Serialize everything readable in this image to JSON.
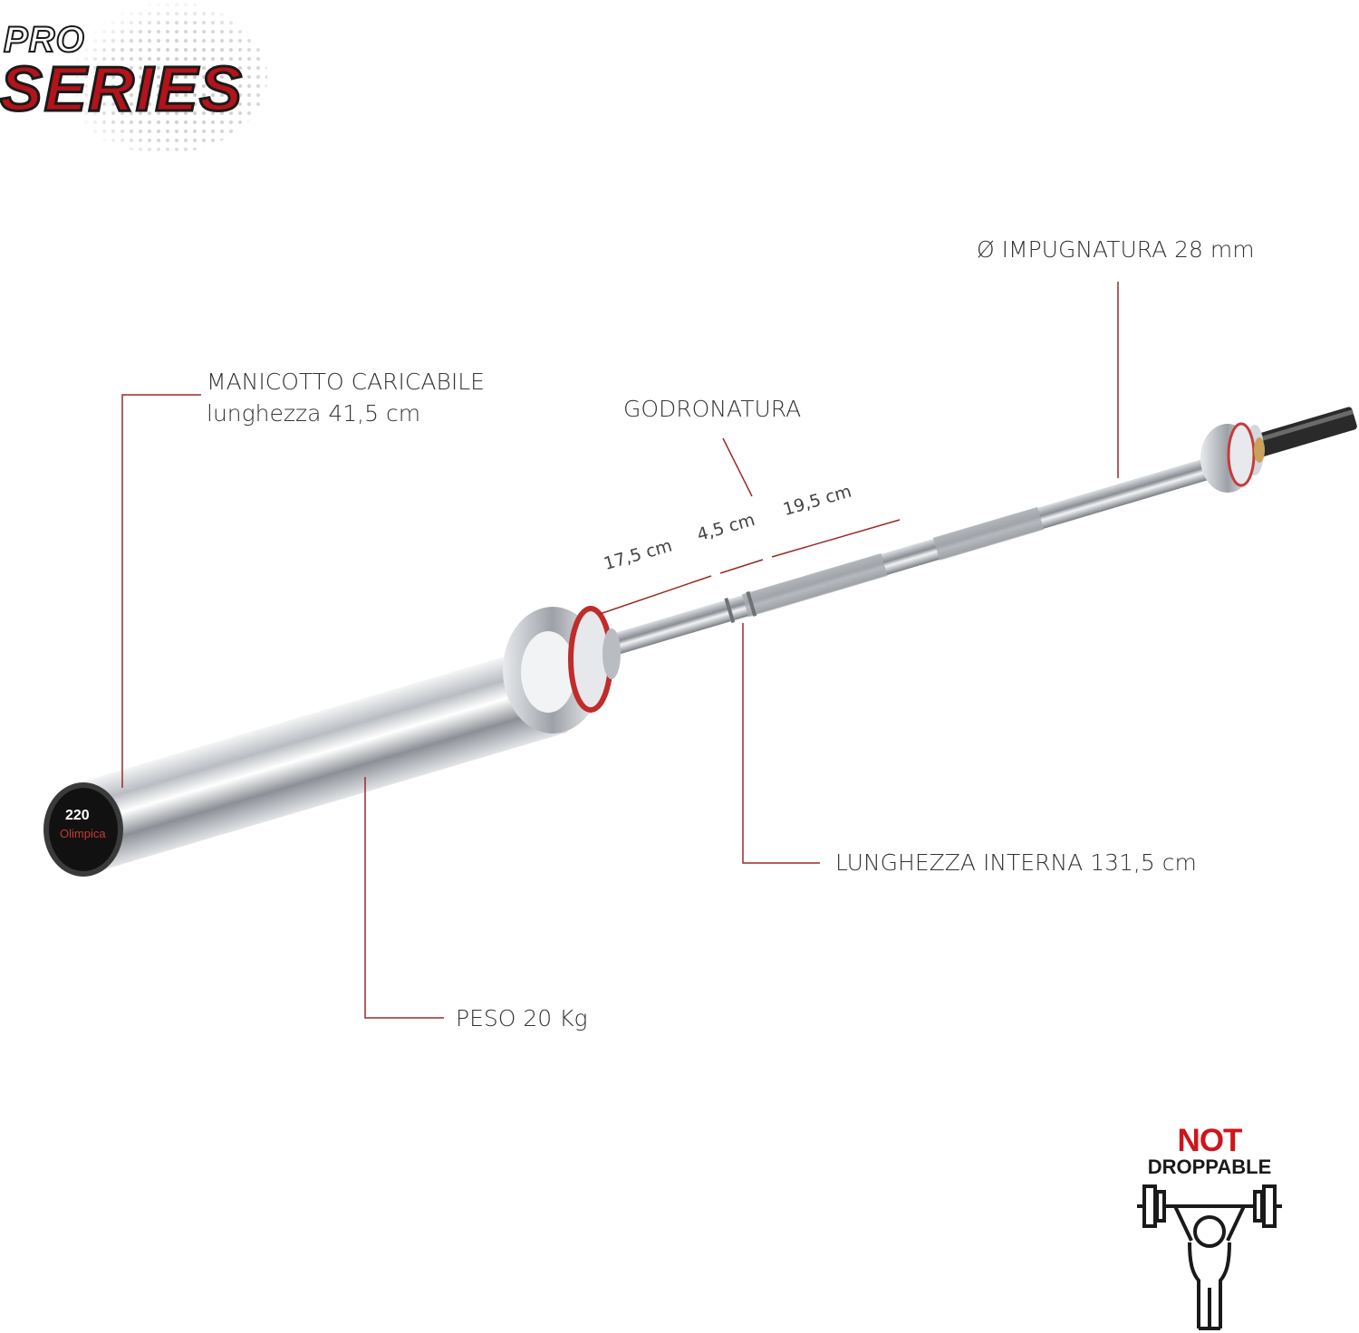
{
  "logo": {
    "line1": "PRO",
    "line2": "SERIES"
  },
  "annotations": {
    "grip_diameter": "Ø IMPUGNATURA 28 mm",
    "sleeve_title": "MANICOTTO CARICABILE",
    "sleeve_length": "lunghezza 41,5 cm",
    "knurling": "GODRONATURA",
    "dim_1": "17,5 cm",
    "dim_2": "4,5 cm",
    "dim_3": "19,5 cm",
    "inner_length": "LUNGHEZZA INTERNA 131,5 cm",
    "weight": "PESO 20 Kg"
  },
  "badge": {
    "line1": "NOT",
    "line2": "DROPPABLE",
    "icon": "weightlifter-icon"
  },
  "colors": {
    "leader": "#9a2a2a",
    "accent_red": "#d0141c",
    "chrome": "#c9cdd2"
  }
}
